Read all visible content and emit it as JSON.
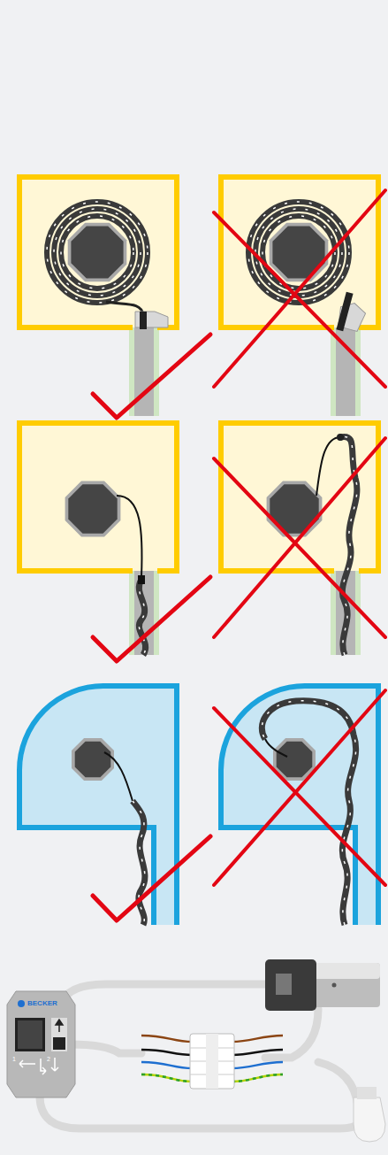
{
  "diagram": {
    "labels": [
      "BECKER",
      "1",
      "2"
    ]
  }
}
